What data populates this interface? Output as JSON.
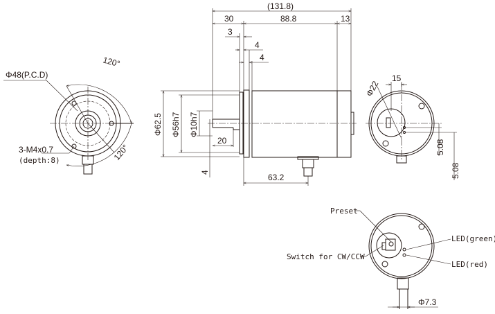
{
  "front_view": {
    "pcd_label": "Φ48(P.C.D)",
    "angle_top": "120°",
    "angle_bottom": "120°",
    "thread_label": "3-M4x0.7",
    "depth_label": "(depth:8)"
  },
  "side_view": {
    "overall_length": "(131.8)",
    "shaft_length": "30",
    "body_length": "88.8",
    "cap_length": "13",
    "dim_3": "3",
    "dim_4a": "4",
    "dim_4b": "4",
    "outer_dia": "Φ62.5",
    "spigot_dia": "Φ56h7",
    "shaft_dia": "Φ10h7",
    "flat_length": "20",
    "flat_depth": "4",
    "connector_pos": "63.2"
  },
  "rear_view": {
    "dia_22": "Φ22",
    "dim_15": "15",
    "dim_508a": "5.08",
    "dim_508b": "5.08"
  },
  "detail_view": {
    "preset": "Preset",
    "switch": "Switch for CW/CCW",
    "led_green": "LED(green)",
    "led_red": "LED(red)",
    "cable_dia": "Φ7.3"
  }
}
